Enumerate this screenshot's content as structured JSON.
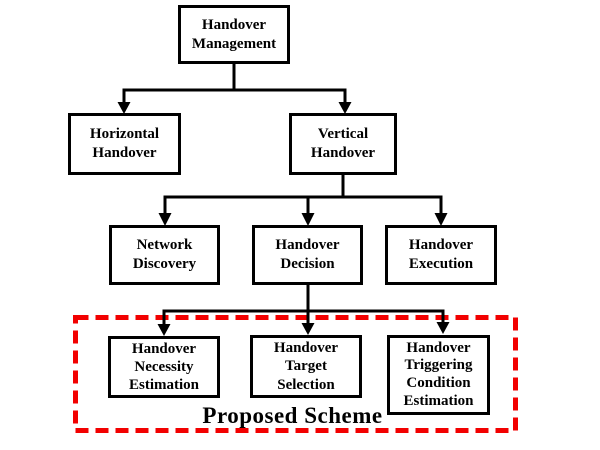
{
  "diagram": {
    "title": "Handover Management hierarchy",
    "colors": {
      "line": "#000000",
      "dashed_box": "#f20000",
      "background": "#ffffff"
    },
    "nodes": {
      "handover_management": {
        "label": "Handover\nManagement"
      },
      "horizontal_handover": {
        "label": "Horizontal\nHandover"
      },
      "vertical_handover": {
        "label": "Vertical\nHandover"
      },
      "network_discovery": {
        "label": "Network\nDiscovery"
      },
      "handover_decision": {
        "label": "Handover\nDecision"
      },
      "handover_execution": {
        "label": "Handover\nExecution"
      },
      "handover_necessity_estimation": {
        "label": "Handover\nNecessity\nEstimation"
      },
      "handover_target_selection": {
        "label": "Handover\nTarget\nSelection"
      },
      "handover_triggering_condition_estimation": {
        "label": "Handover\nTriggering\nCondition\nEstimation"
      }
    },
    "edges": [
      {
        "from": "handover_management",
        "to": "horizontal_handover"
      },
      {
        "from": "handover_management",
        "to": "vertical_handover"
      },
      {
        "from": "vertical_handover",
        "to": "network_discovery"
      },
      {
        "from": "vertical_handover",
        "to": "handover_decision"
      },
      {
        "from": "vertical_handover",
        "to": "handover_execution"
      },
      {
        "from": "handover_decision",
        "to": "handover_necessity_estimation"
      },
      {
        "from": "handover_decision",
        "to": "handover_target_selection"
      },
      {
        "from": "handover_decision",
        "to": "handover_triggering_condition_estimation"
      }
    ],
    "annotation": {
      "proposed_scheme_label": "Proposed Scheme"
    }
  }
}
